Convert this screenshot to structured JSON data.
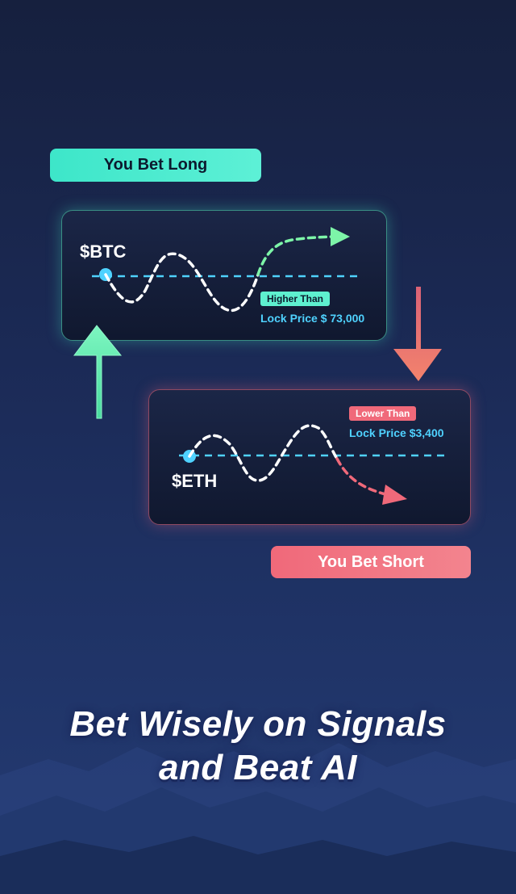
{
  "promo": {
    "long_label": "You Bet Long",
    "short_label": "You Bet Short",
    "headline_line1": "Bet Wisely on Signals",
    "headline_line2": "and Beat AI"
  },
  "btc_card": {
    "ticker": "$BTC",
    "tag": "Higher Than",
    "lock_price": "Lock Price $ 73,000"
  },
  "eth_card": {
    "ticker": "$ETH",
    "tag": "Lower Than",
    "lock_price": "Lock Price $3,400"
  },
  "colors": {
    "long_accent": "#5df0d6",
    "short_accent": "#f0697a",
    "lock_line": "#4fd2ff"
  }
}
